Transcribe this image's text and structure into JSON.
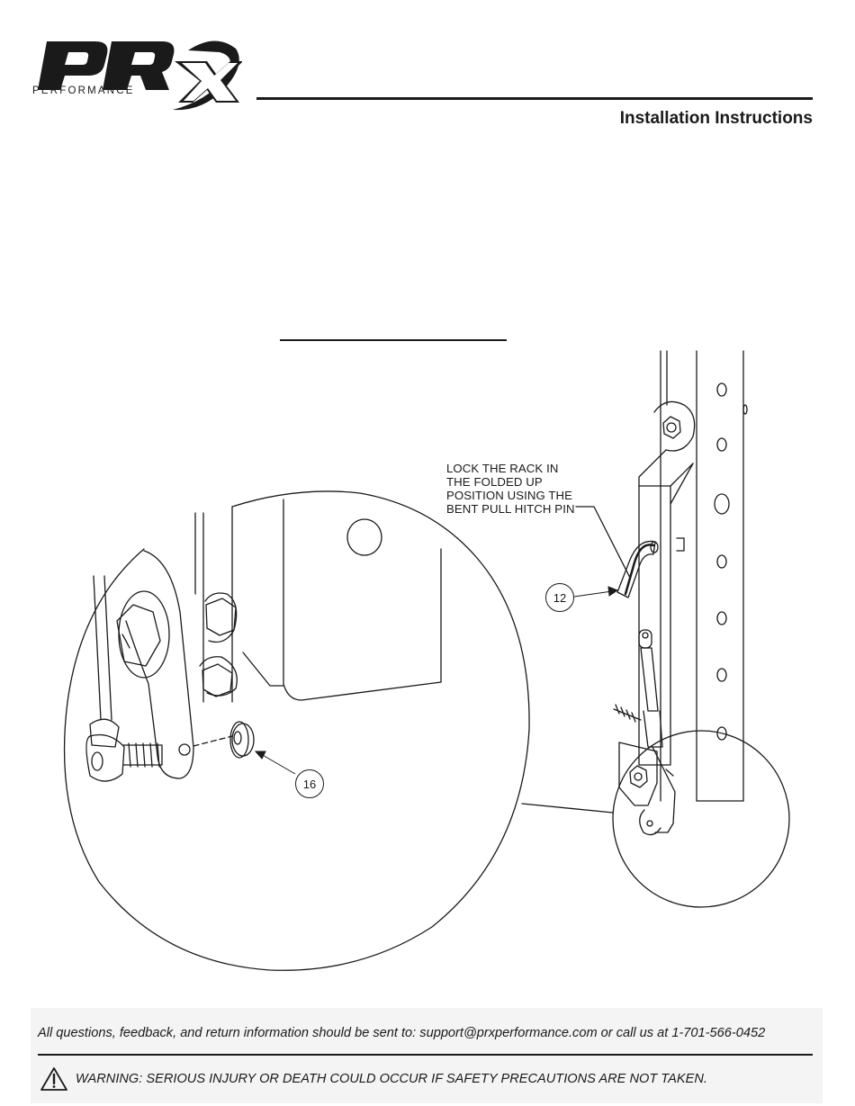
{
  "header": {
    "brand": "PRx",
    "brand_tagline": "PERFORMANCE",
    "title": "Installation Instructions"
  },
  "figure": {
    "callout_lines": [
      "LOCK THE RACK IN",
      "THE FOLDED UP",
      "POSITION USING THE",
      "BENT PULL HITCH PIN"
    ],
    "balloon_pin": "12",
    "balloon_nut": "16"
  },
  "footer": {
    "contact": "All questions, feedback, and return information should be sent to: support@prxperformance.com or call us at 1-701-566-0452",
    "warning": "WARNING: SERIOUS INJURY OR DEATH COULD OCCUR IF SAFETY PRECAUTIONS ARE NOT TAKEN."
  },
  "colors": {
    "ink": "#1a1a1a",
    "footer_band": "#f4f4f4"
  }
}
